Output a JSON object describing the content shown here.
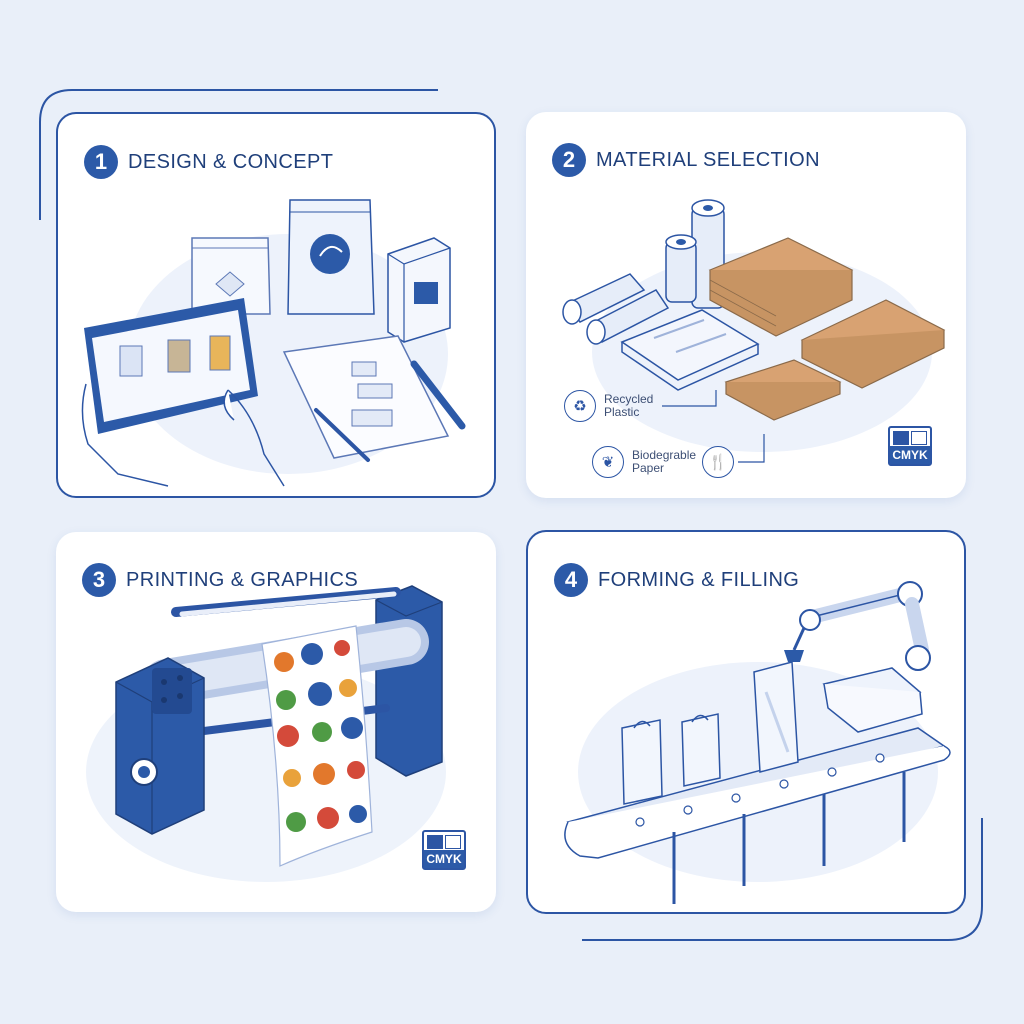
{
  "steps": [
    {
      "number": "1",
      "title": "DESIGN & CONCEPT"
    },
    {
      "number": "2",
      "title": "MATERIAL SELECTION"
    },
    {
      "number": "3",
      "title": "PRINTING & GRAPHICS"
    },
    {
      "number": "4",
      "title": "FORMING & FILLING"
    }
  ],
  "materials": {
    "recycled_label": "Recycled Plastic",
    "biodegradable_label": "Biodegrable Paper",
    "recycled_icon": "recycle-icon",
    "biodegradable_icon": "leaf-icon",
    "cutlery_icon": "cutlery-icon"
  },
  "badges": {
    "cmyk_label": "CMYK"
  },
  "colors": {
    "accent": "#2c5aa8",
    "line": "#2c55a4",
    "background": "#e9eff9",
    "kraft": "#d8a272"
  }
}
